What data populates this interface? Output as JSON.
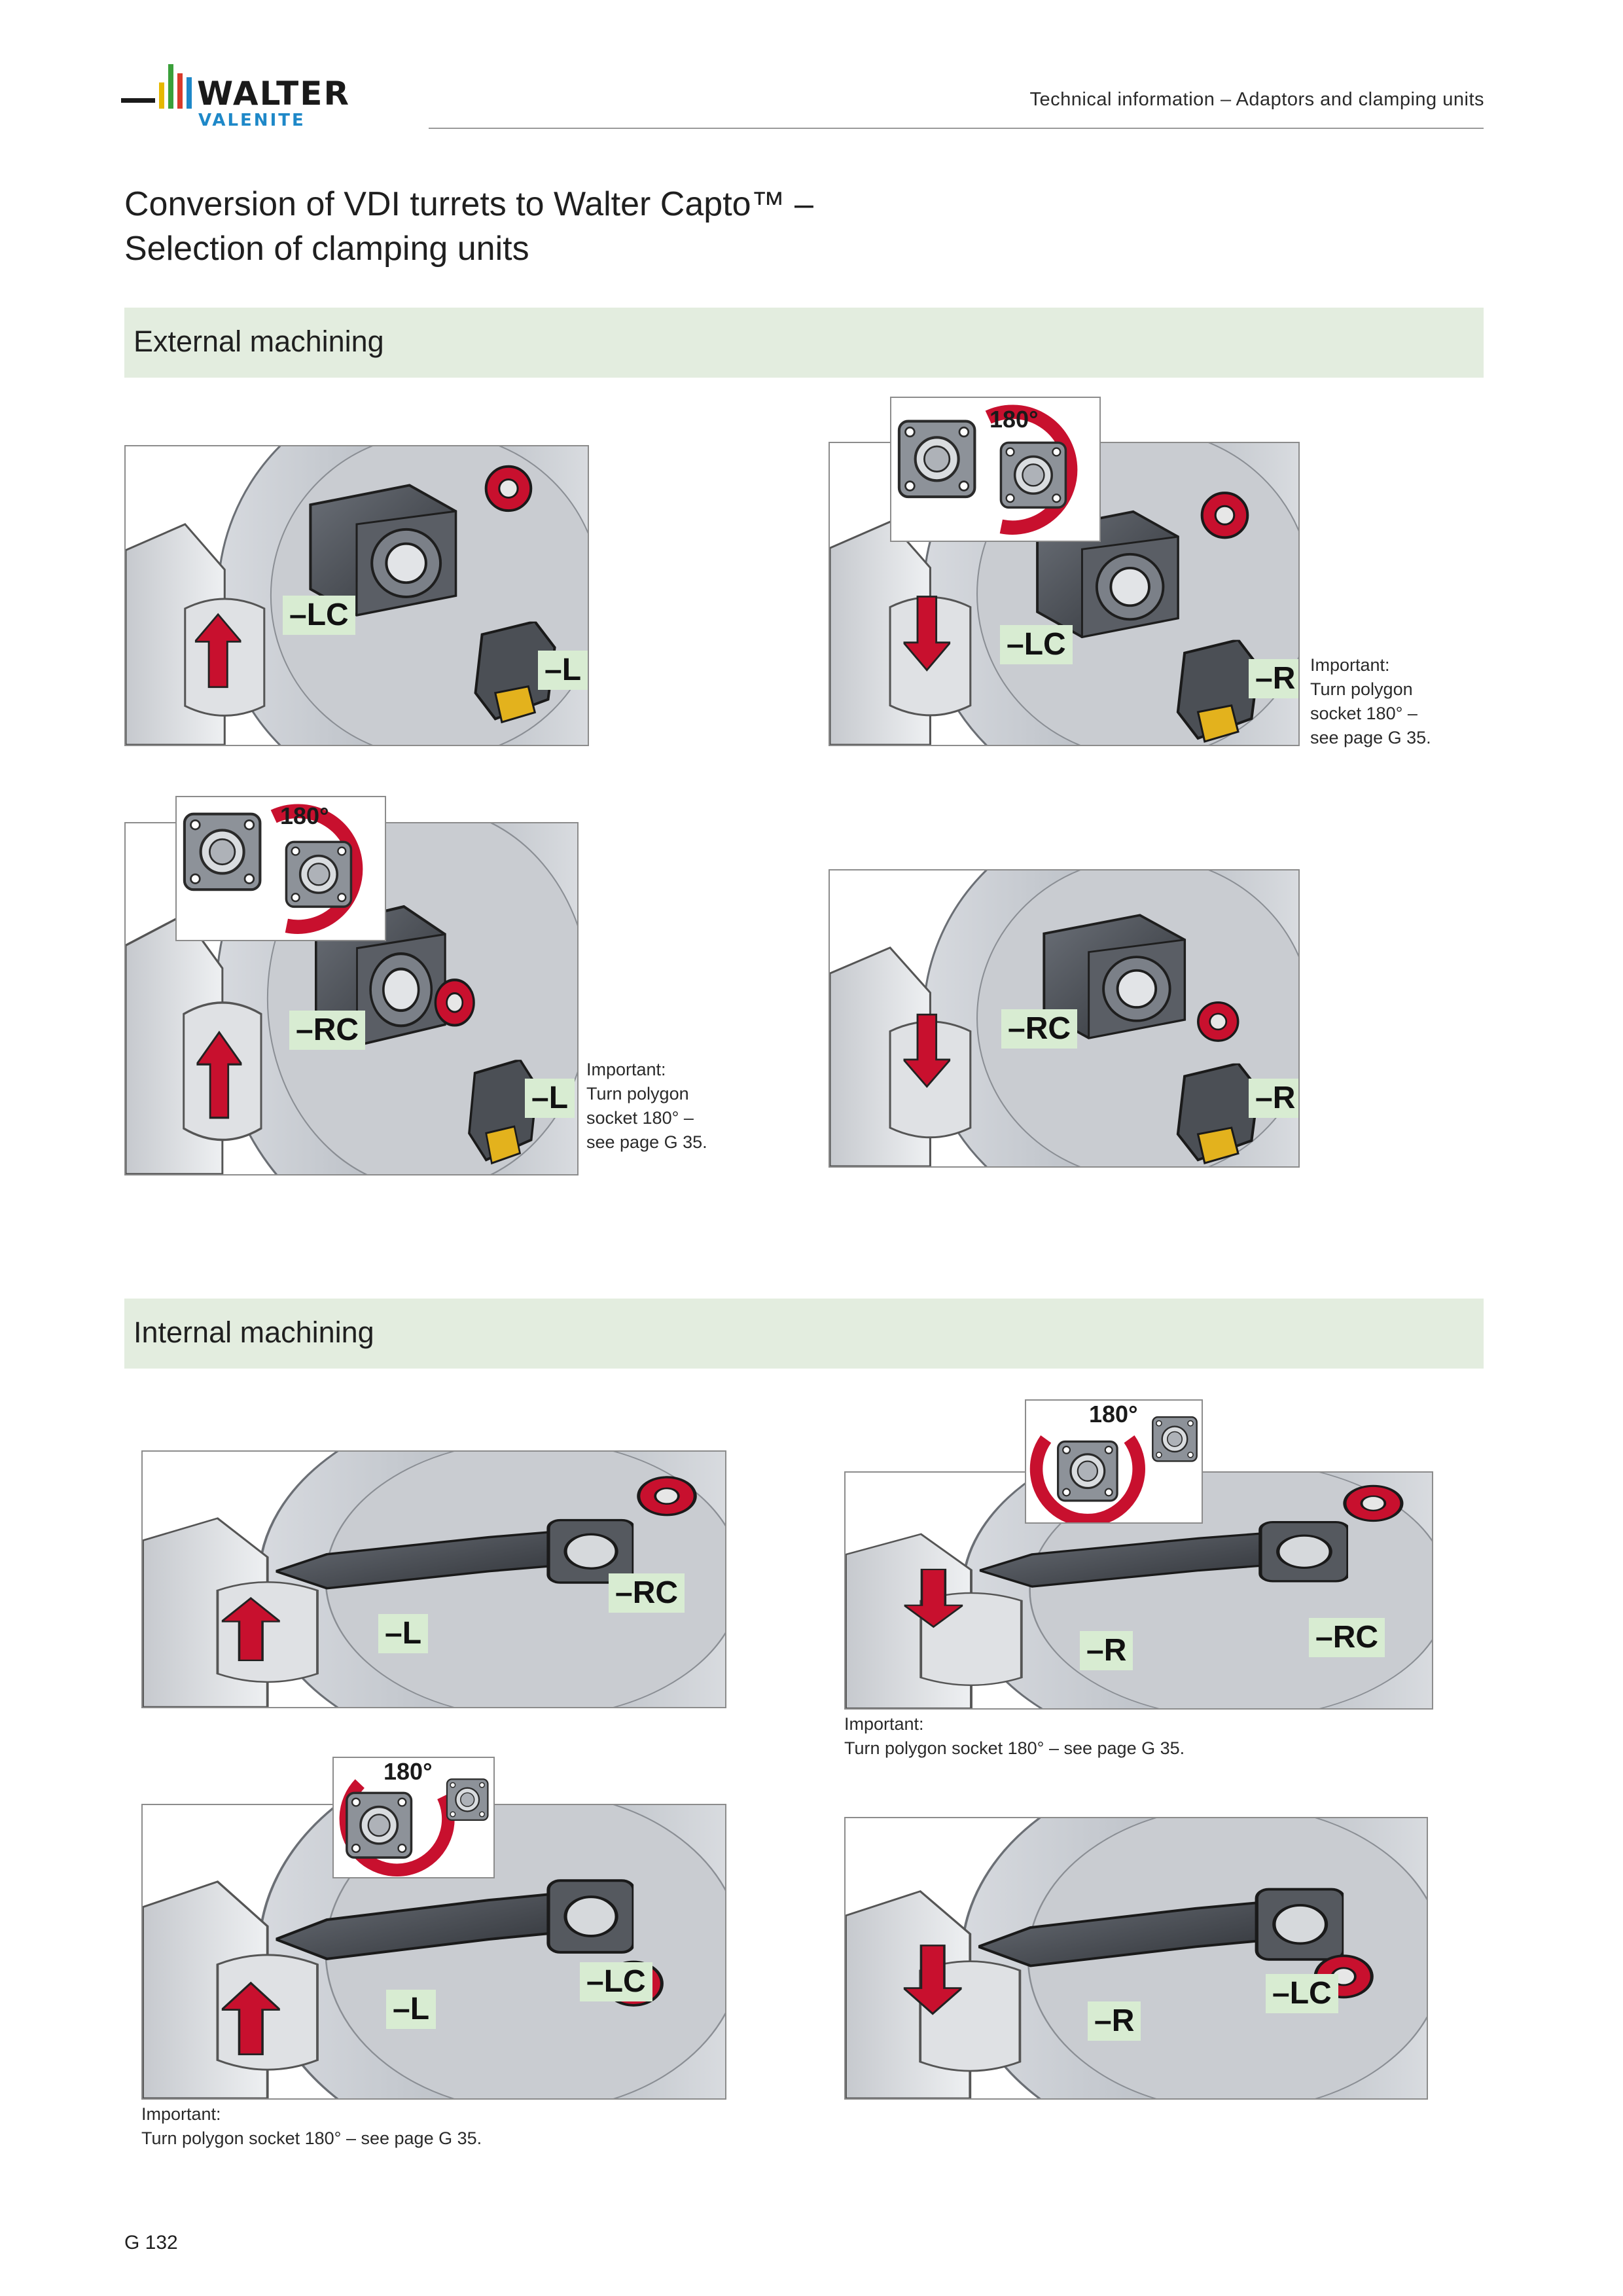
{
  "logo": {
    "brand": "WALTER",
    "sub_brand": "VALENITE",
    "bar_colors": [
      "#e6b800",
      "#3aa03a",
      "#d93a2b",
      "#1e88c8"
    ]
  },
  "header": {
    "section_title": "Technical information – Adaptors and clamping units"
  },
  "page_title": {
    "line1": "Conversion of VDI turrets to Walter Capto™ –",
    "line2": "Selection of clamping units"
  },
  "sections": {
    "external": {
      "heading": "External machining"
    },
    "internal": {
      "heading": "Internal machining"
    }
  },
  "rotation_label": "180°",
  "important_label": "Important:",
  "external_figures": {
    "fig1": {
      "unit_label": "–LC",
      "tool_label": "–L",
      "arrow": "up"
    },
    "fig2": {
      "unit_label": "–LC",
      "tool_label": "–R",
      "arrow": "down",
      "note": {
        "line1": "Important:",
        "line2": "Turn polygon",
        "line3": "socket 180° –",
        "line4": "see page G 35."
      }
    },
    "fig3": {
      "unit_label": "–RC",
      "tool_label": "–L",
      "arrow": "up",
      "note": {
        "line1": "Important:",
        "line2": "Turn polygon",
        "line3": "socket 180° –",
        "line4": "see page G 35."
      }
    },
    "fig4": {
      "unit_label": "–RC",
      "tool_label": "–R",
      "arrow": "down"
    }
  },
  "internal_figures": {
    "fig5": {
      "unit_label": "–RC",
      "tool_label": "–L",
      "arrow": "up"
    },
    "fig6": {
      "unit_label": "–RC",
      "tool_label": "–R",
      "arrow": "down",
      "note": {
        "line1": "Important:",
        "line2": "Turn polygon socket 180° – see page G 35."
      }
    },
    "fig7": {
      "unit_label": "–LC",
      "tool_label": "–L",
      "arrow": "up",
      "note": {
        "line1": "Important:",
        "line2": "Turn polygon socket 180° – see page G 35."
      }
    },
    "fig8": {
      "unit_label": "–LC",
      "tool_label": "–R",
      "arrow": "down"
    }
  },
  "page_number": "G 132",
  "colors": {
    "section_band": "#e3eddf",
    "label_tag": "#d8ecd2",
    "arrow_red": "#c8102e",
    "steel": "#9aa0a8",
    "dark_steel": "#4a4e55"
  }
}
